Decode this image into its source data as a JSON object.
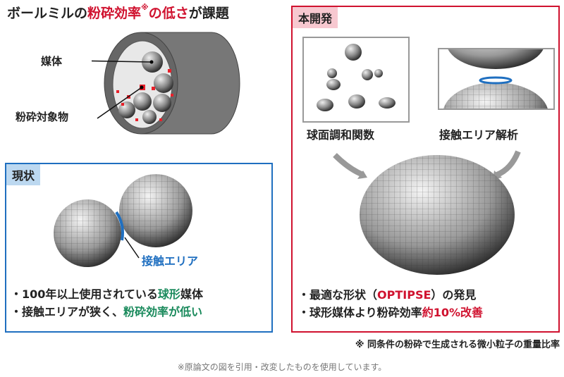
{
  "title": {
    "pre": "ボールミルの",
    "highlight1": "粉砕効率",
    "mark": "※",
    "highlight2": "の低さ",
    "post": "が課題"
  },
  "tube": {
    "media_label": "媒体",
    "target_label": "粉砕対象物"
  },
  "current": {
    "tag": "現状",
    "contact_label": "接触エリア",
    "bullet1": {
      "pre": "・100年以上使用されている",
      "hl": "球形",
      "post": "媒体"
    },
    "bullet2": {
      "pre": "・接触エリアが狭く、",
      "hl": "粉砕効率が低い"
    }
  },
  "dev": {
    "tag": "本開発",
    "panel1_label": "球面調和関数",
    "panel2_label": "接触エリア解析",
    "bullet1": {
      "pre": "・最適な形状（",
      "hl": "OPTIPSE",
      "post": "）の発見"
    },
    "bullet2": {
      "pre": "・球形媒体より粉砕効率",
      "hl": "約10%改善"
    }
  },
  "footnote": "※ 同条件の粉砕で生成される微小粒子の重量比率",
  "source_note": "※原論文の図を引用・改変したものを使用しています。",
  "colors": {
    "red": "#d0122f",
    "blue": "#1f6fc0",
    "green": "#1a8a5c"
  }
}
